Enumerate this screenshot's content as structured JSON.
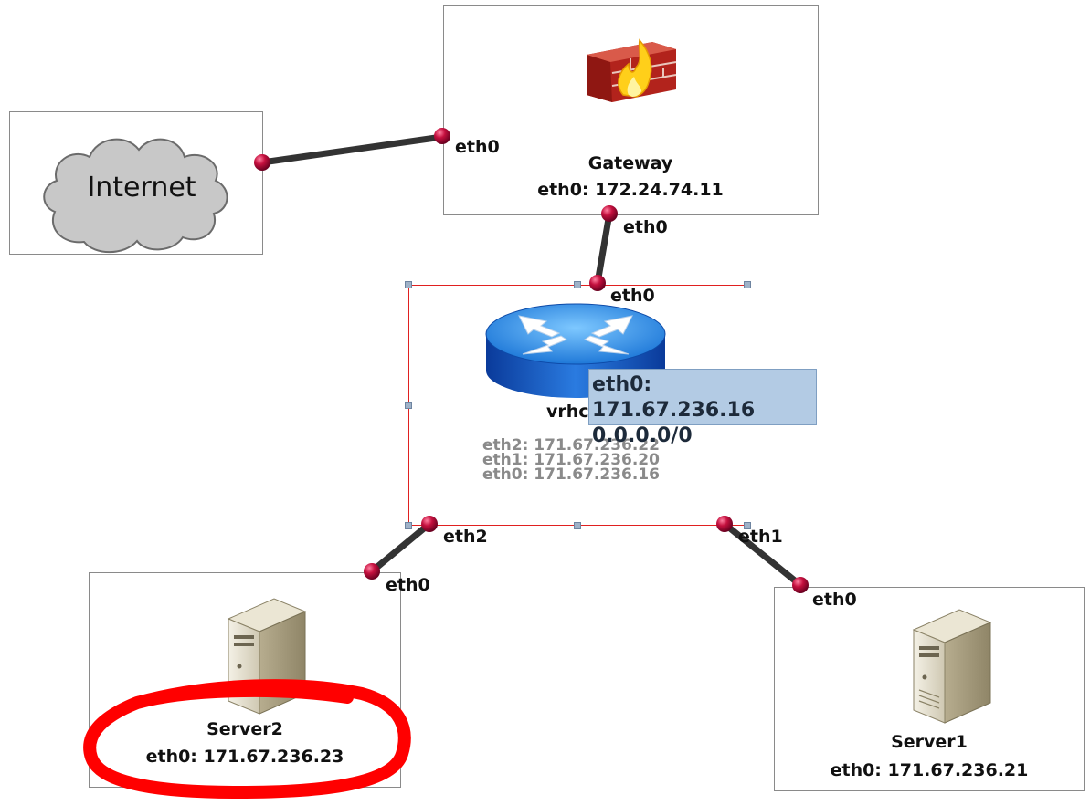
{
  "nodes": {
    "internet": {
      "label": "Internet"
    },
    "gateway": {
      "name": "Gateway",
      "iface": "eth0: 172.24.74.11"
    },
    "router": {
      "name_visible": "vrhc",
      "ifaces": [
        "eth2: 171.67.236.22",
        "eth1: 171.67.236.20",
        "eth0: 171.67.236.16"
      ]
    },
    "server2": {
      "name": "Server2",
      "iface": "eth0: 171.67.236.23"
    },
    "server1": {
      "name": "Server1",
      "iface": "eth0: 171.67.236.21"
    }
  },
  "port_labels": {
    "gateway_left": "eth0",
    "gateway_bottom": "eth0",
    "router_top": "eth0",
    "router_left": "eth2",
    "router_right": "eth1",
    "server2_top": "eth0",
    "server1_top": "eth0"
  },
  "tooltip": {
    "line1": "eth0: 171.67.236.16",
    "line2": "0.0.0.0/0"
  },
  "colors": {
    "link": "#333333",
    "port": "#c4103e",
    "selection": "#e02020",
    "annotation": "#ff0000",
    "tooltip_bg": "#b3cbe4"
  }
}
